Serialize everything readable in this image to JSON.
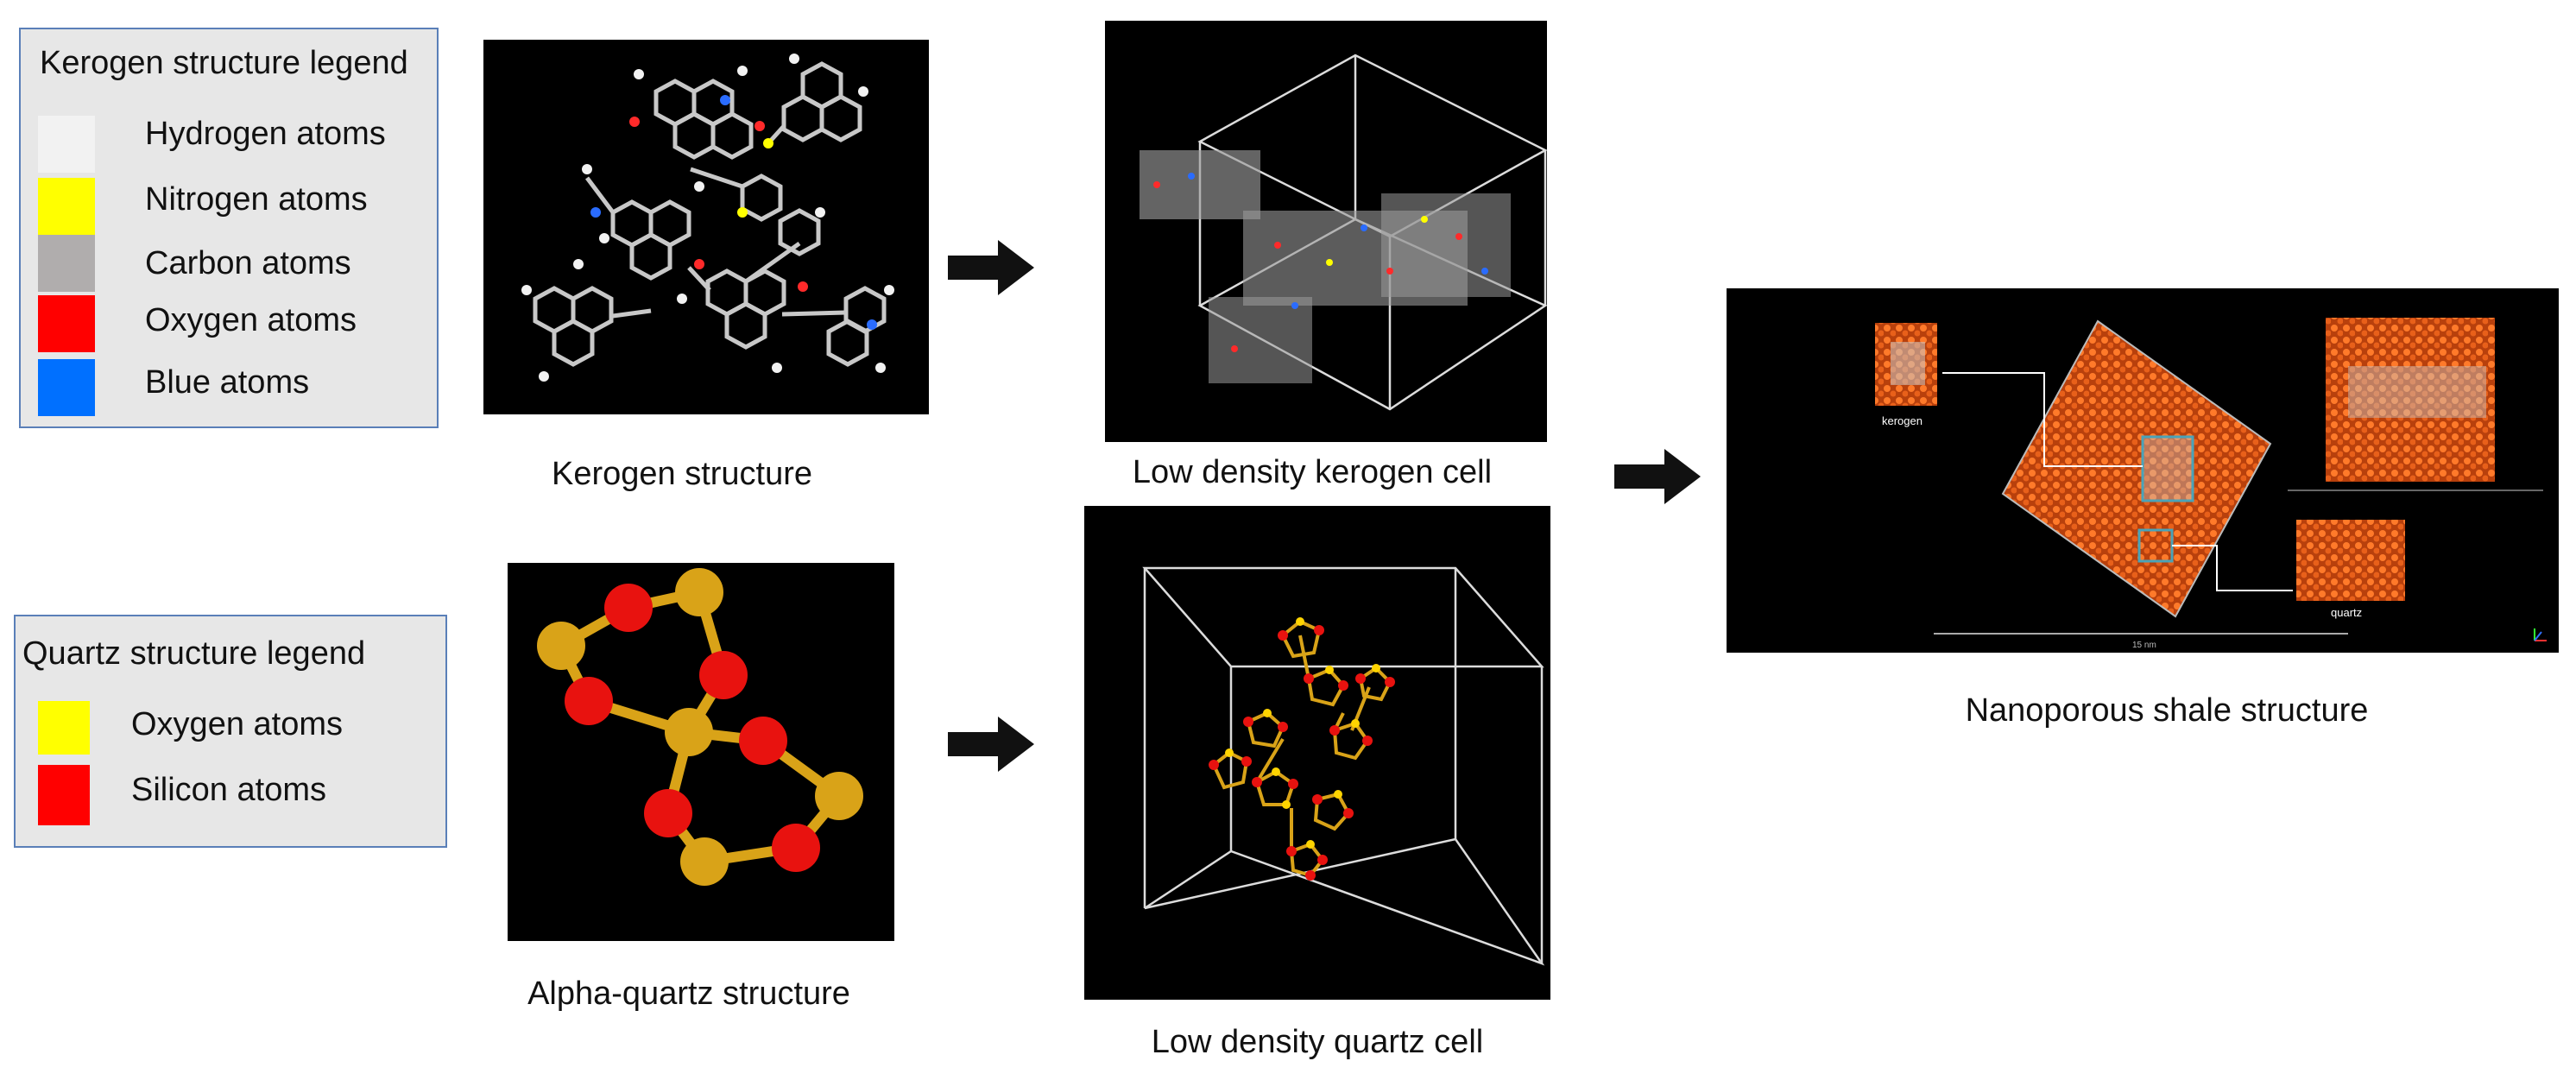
{
  "kerogen_legend": {
    "title": "Kerogen structure legend",
    "items": [
      {
        "label": "Hydrogen atoms",
        "color": "#f2f2f2"
      },
      {
        "label": "Nitrogen atoms",
        "color": "#ffff00"
      },
      {
        "label": "Carbon atoms",
        "color": "#b0adad"
      },
      {
        "label": "Oxygen atoms",
        "color": "#ff0000"
      },
      {
        "label": "Blue atoms",
        "color": "#0070ff"
      }
    ]
  },
  "quartz_legend": {
    "title": "Quartz structure legend",
    "items": [
      {
        "label": "Oxygen atoms",
        "color": "#ffff00"
      },
      {
        "label": "Silicon atoms",
        "color": "#ff0000"
      }
    ]
  },
  "captions": {
    "kerogen_structure": "Kerogen structure",
    "low_density_kerogen": "Low density kerogen cell",
    "alpha_quartz": "Alpha-quartz structure",
    "low_density_quartz": "Low density quartz cell",
    "shale": "Nanoporous shale structure"
  },
  "shale_labels": {
    "kerogen": "kerogen",
    "quartz": "quartz",
    "scale": "15 nm"
  },
  "colors": {
    "panel_bg": "#000000",
    "quartz_atom_red": "#e8120f",
    "quartz_atom_gold": "#d9a318",
    "shale_orange": "#e8601a",
    "callout_box": "#4aa3b8"
  }
}
